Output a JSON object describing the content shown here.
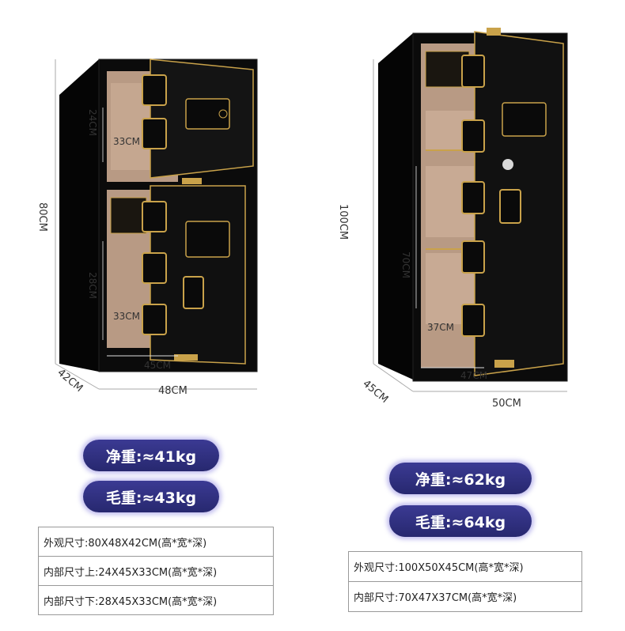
{
  "left_safe": {
    "dims": {
      "upper_height": "24CM",
      "upper_depth": "33CM",
      "total_height": "80CM",
      "lower_height": "28CM",
      "lower_depth": "33CM",
      "inner_width": "45CM",
      "outer_depth": "42CM",
      "outer_width": "48CM"
    },
    "net_weight": "净重:≈41kg",
    "gross_weight": "毛重:≈43kg",
    "specs": [
      "外观尺寸:80X48X42CM(高*宽*深)",
      "内部尺寸上:24X45X33CM(高*宽*深)",
      "内部尺寸下:28X45X33CM(高*宽*深)"
    ]
  },
  "right_safe": {
    "dims": {
      "total_height": "100CM",
      "inner_height": "70CM",
      "inner_depth": "37CM",
      "inner_width": "47CM",
      "outer_depth": "45CM",
      "outer_width": "50CM"
    },
    "net_weight": "净重:≈62kg",
    "gross_weight": "毛重:≈64kg",
    "specs": [
      "外观尺寸:100X50X45CM(高*宽*深)",
      "内部尺寸:70X47X37CM(高*宽*深)"
    ]
  },
  "colors": {
    "safe_body": "#0b0b0b",
    "gold_trim": "#c9a24a",
    "interior": "#b89a84",
    "pill_bg": "#2e2d80"
  }
}
